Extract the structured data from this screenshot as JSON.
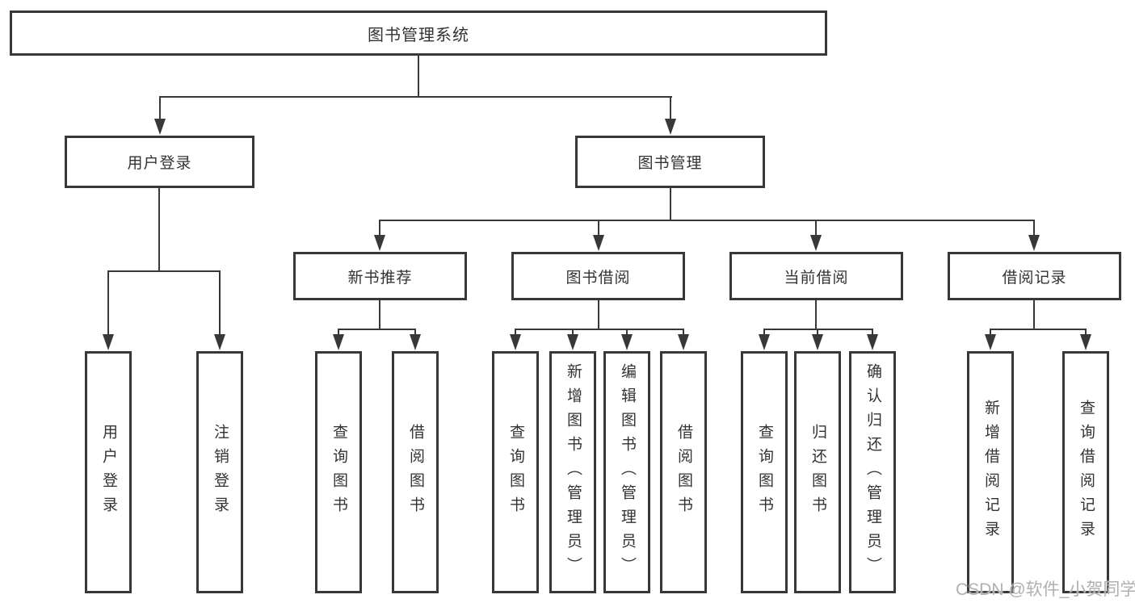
{
  "title": "图书管理系统",
  "watermark": {
    "text": "CSDN @软件_小贺同学",
    "color": "#b0b0b0"
  },
  "colors": {
    "line": "#383838",
    "box_border": "#383838",
    "box_background": "#ffffff",
    "text": "#333333",
    "background": "#ffffff"
  },
  "nodes": {
    "root": {
      "label": "图书管理系统"
    },
    "user_login": {
      "label": "用户登录"
    },
    "book_management": {
      "label": "图书管理"
    },
    "new_book_recommend": {
      "label": "新书推荐"
    },
    "book_borrowing": {
      "label": "图书借阅"
    },
    "current_borrowing": {
      "label": "当前借阅"
    },
    "borrowing_records": {
      "label": "借阅记录"
    },
    "user_login_leaf": {
      "label": "用户登录"
    },
    "logout_leaf": {
      "label": "注销登录"
    },
    "query_books_recommend": {
      "label": "查询图书"
    },
    "borrow_books_recommend": {
      "label": "借阅图书"
    },
    "query_books_borrowing": {
      "label": "查询图书"
    },
    "add_books_admin": {
      "label": "新增图书（管理员）"
    },
    "edit_books_admin": {
      "label": "编辑图书（管理员）"
    },
    "borrow_books_borrowing": {
      "label": "借阅图书"
    },
    "query_books_current": {
      "label": "查询图书"
    },
    "return_books": {
      "label": "归还图书"
    },
    "confirm_return_admin": {
      "label": "确认归还（管理员）"
    },
    "add_borrow_record": {
      "label": "新增借阅记录"
    },
    "query_borrow_record": {
      "label": "查询借阅记录"
    }
  },
  "structure": {
    "root": [
      "user_login",
      "book_management"
    ],
    "user_login": [
      "user_login_leaf",
      "logout_leaf"
    ],
    "book_management": [
      "new_book_recommend",
      "book_borrowing",
      "current_borrowing",
      "borrowing_records"
    ],
    "new_book_recommend": [
      "query_books_recommend",
      "borrow_books_recommend"
    ],
    "book_borrowing": [
      "query_books_borrowing",
      "add_books_admin",
      "edit_books_admin",
      "borrow_books_borrowing"
    ],
    "current_borrowing": [
      "query_books_current",
      "return_books",
      "confirm_return_admin"
    ],
    "borrowing_records": [
      "add_borrow_record",
      "query_borrow_record"
    ]
  }
}
